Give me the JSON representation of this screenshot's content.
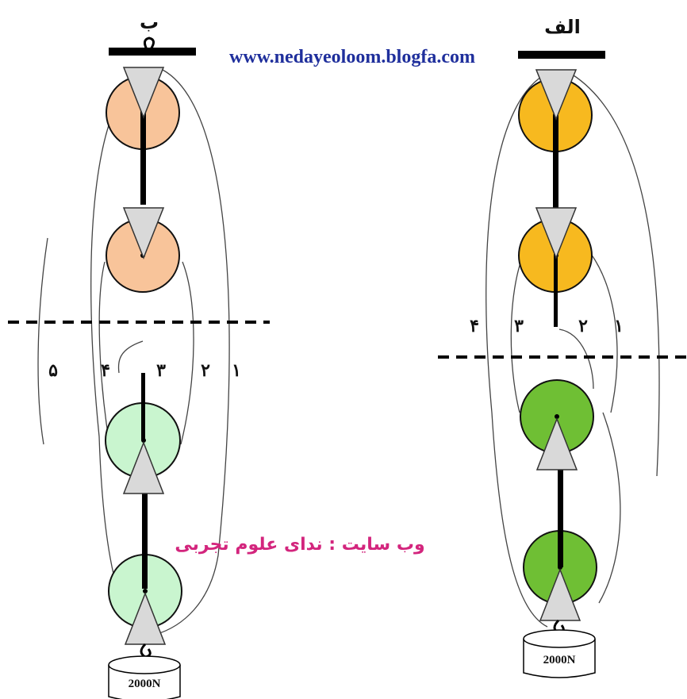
{
  "watermark_url": "www.nedayeoloom.blogfa.com",
  "site_caption": "وب سایت : ندای علوم تجربی",
  "colors": {
    "url": "#1f2f9c",
    "caption": "#d3257d",
    "b_fixed_pulley": "#f8c49a",
    "b_moving_pulley": "#c9f5cf",
    "alef_fixed_pulley": "#f7b91f",
    "alef_moving_pulley": "#6fbf34",
    "hook_triangle": "#d9d9d9"
  },
  "systems": {
    "b": {
      "title": "ب",
      "rope_labels": [
        "۵",
        "۴",
        "۳",
        "۲",
        "۱"
      ],
      "weight": "2000N"
    },
    "alef": {
      "title": "الف",
      "rope_labels": [
        "۴",
        "۳",
        "۲",
        "۱"
      ],
      "weight": "2000N"
    }
  }
}
